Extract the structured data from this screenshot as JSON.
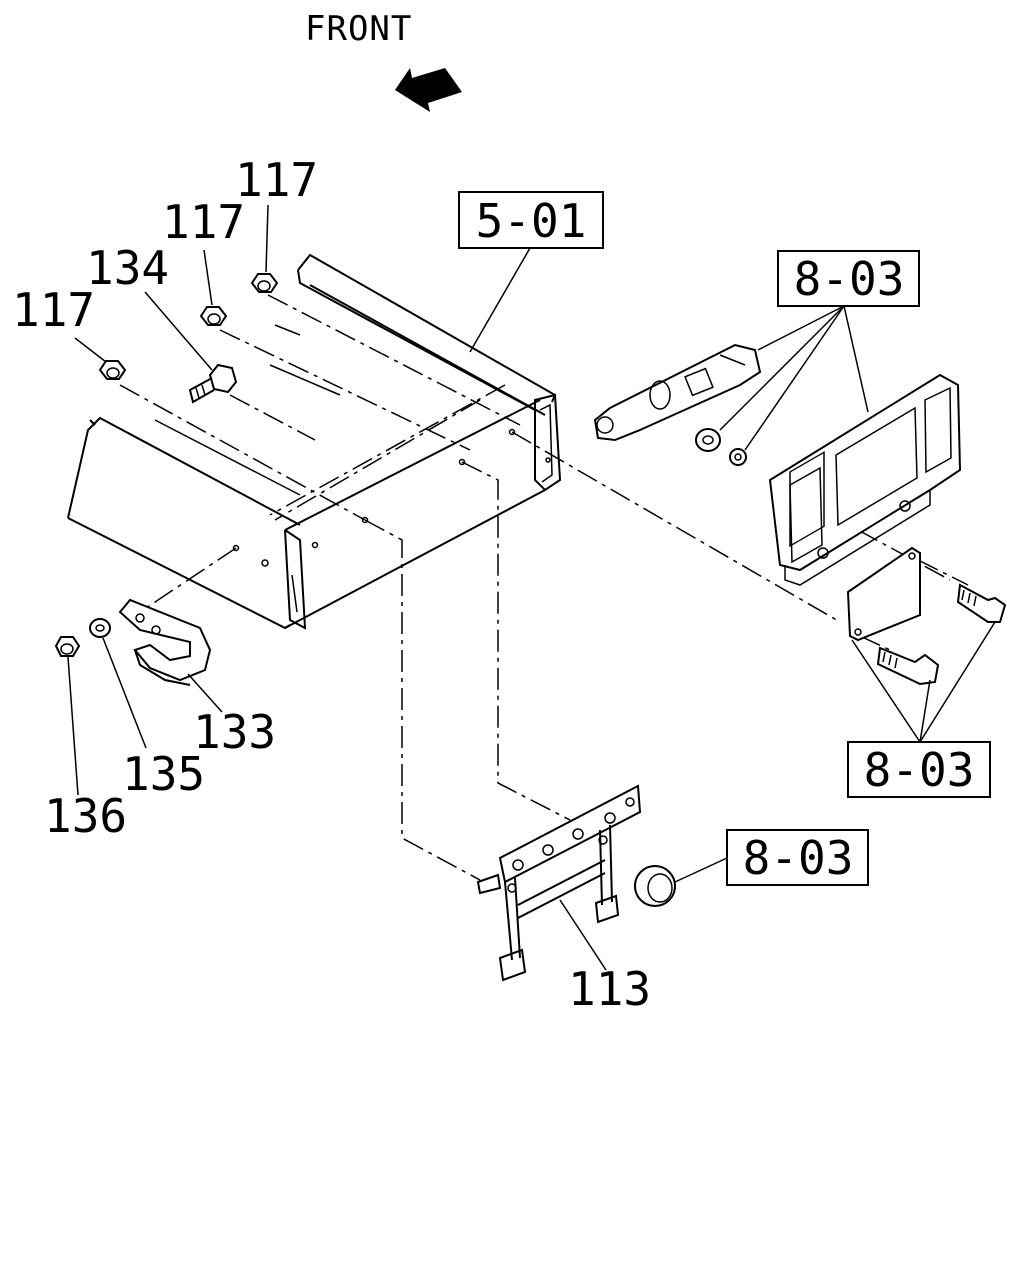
{
  "orientation": {
    "label": "FRONT"
  },
  "reference_boxes": [
    {
      "id": "ref-5-01",
      "label": "5-01"
    },
    {
      "id": "ref-8-03-top",
      "label": "8-03"
    },
    {
      "id": "ref-8-03-right",
      "label": "8-03"
    },
    {
      "id": "ref-8-03-bottom",
      "label": "8-03"
    }
  ],
  "part_callouts": [
    {
      "id": "p117a",
      "label": "117"
    },
    {
      "id": "p117b",
      "label": "117"
    },
    {
      "id": "p117c",
      "label": "117"
    },
    {
      "id": "p134",
      "label": "134"
    },
    {
      "id": "p133",
      "label": "133"
    },
    {
      "id": "p135",
      "label": "135"
    },
    {
      "id": "p136",
      "label": "136"
    },
    {
      "id": "p113",
      "label": "113"
    }
  ]
}
